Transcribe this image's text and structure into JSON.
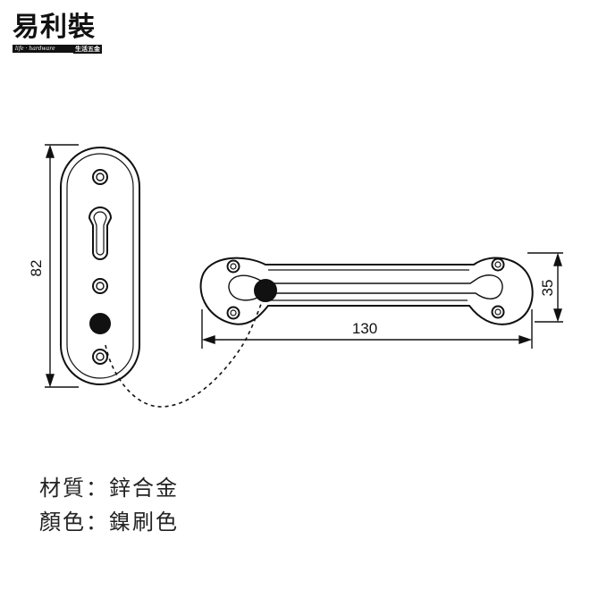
{
  "brand": {
    "title": "易利裝",
    "subtitle_en": "life · hardware",
    "subtitle_zh": "生活五金"
  },
  "dimensions": {
    "height": "82",
    "length": "130",
    "width": "35"
  },
  "specs": {
    "material_label": "材質",
    "material_value": "鋅合金",
    "color_label": "顏色",
    "color_value": "鎳刷色",
    "separator": "："
  }
}
